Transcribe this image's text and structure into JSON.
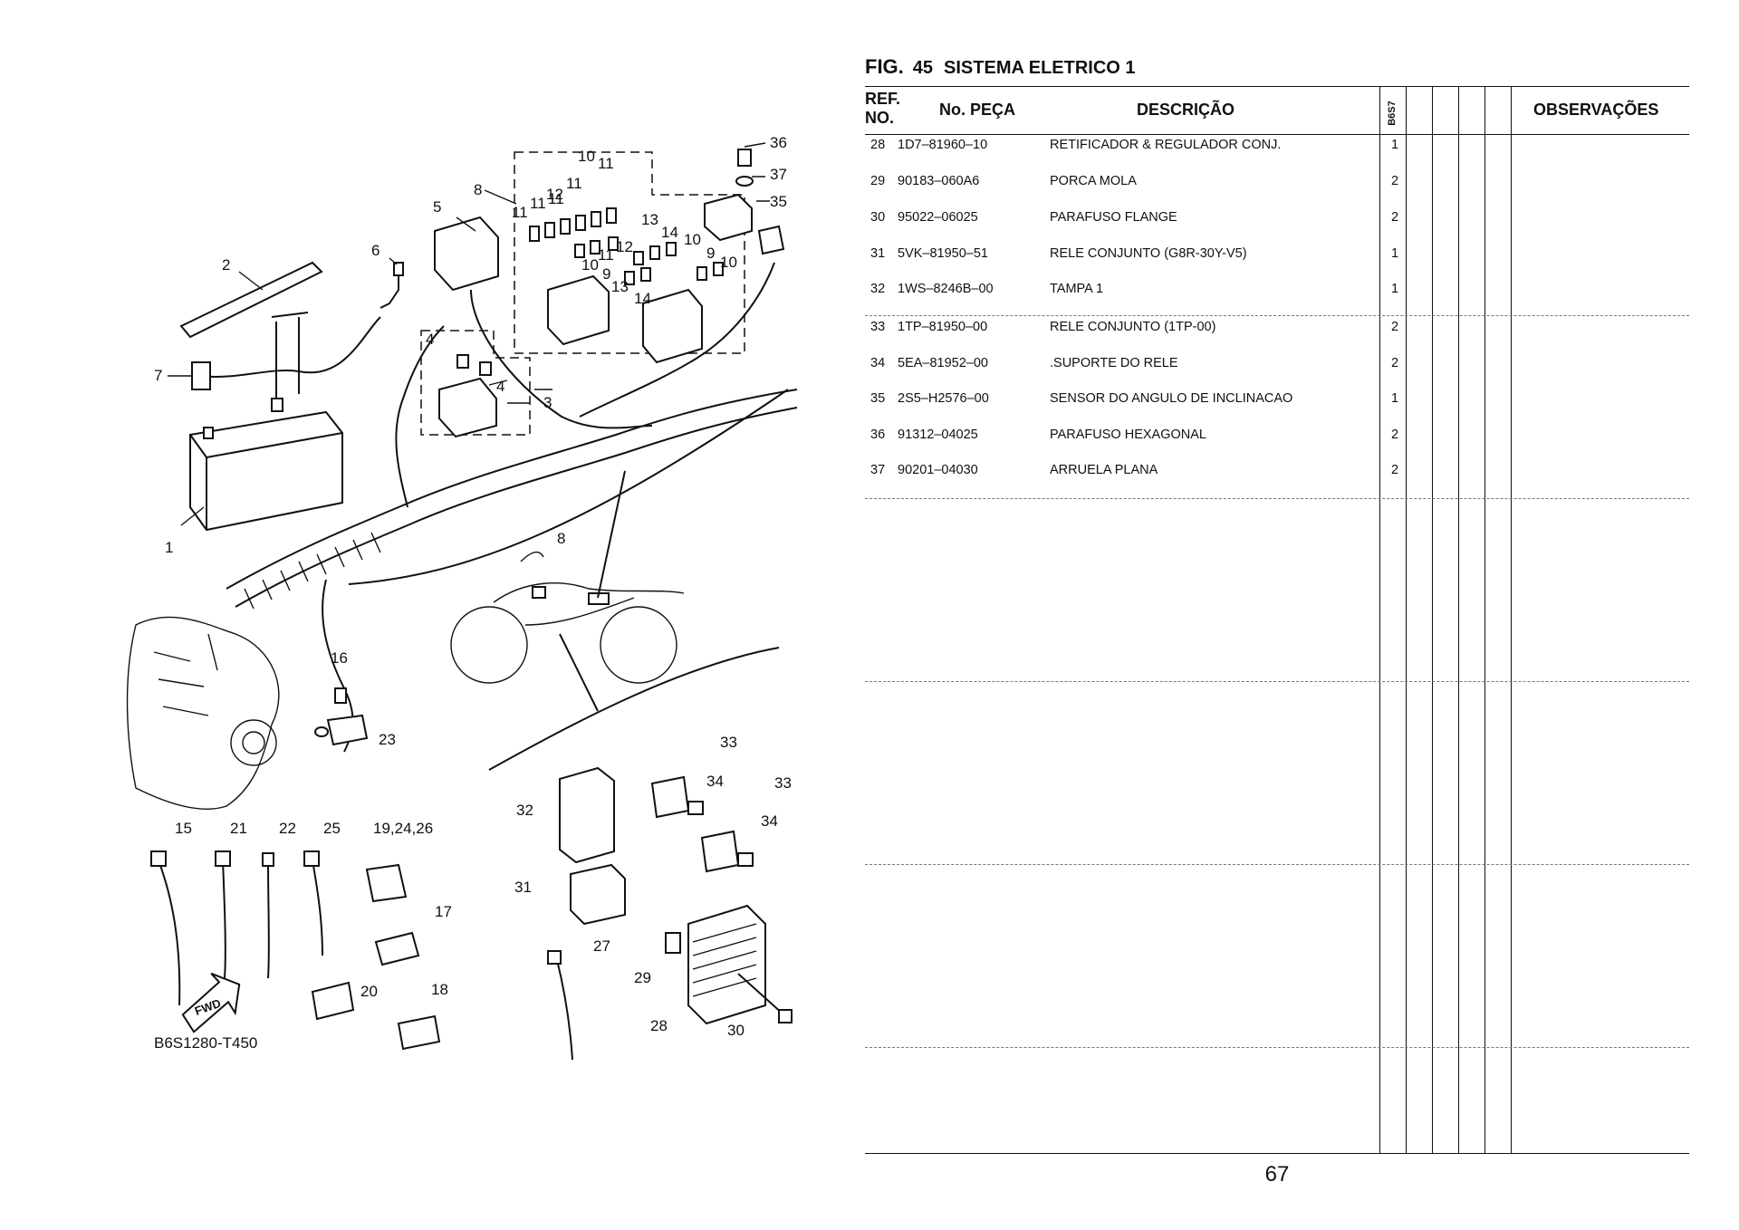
{
  "figure": {
    "prefix": "FIG.",
    "number": "45",
    "title": "SISTEMA ELETRICO 1"
  },
  "table": {
    "headers": {
      "ref": "REF. NO.",
      "part_no": "No. PEÇA",
      "description": "DESCRIÇÃO",
      "model": "B6S7",
      "remarks": "OBSERVAÇÕES"
    },
    "groups": [
      [
        {
          "ref": "28",
          "part_no": "1D7–81960–10",
          "description": "RETIFICADOR & REGULADOR CONJ.",
          "qty": "1"
        },
        {
          "ref": "29",
          "part_no": "90183–060A6",
          "description": "PORCA MOLA",
          "qty": "2"
        },
        {
          "ref": "30",
          "part_no": "95022–06025",
          "description": "PARAFUSO FLANGE",
          "qty": "2"
        },
        {
          "ref": "31",
          "part_no": "5VK–81950–51",
          "description": "RELE CONJUNTO (G8R-30Y-V5)",
          "qty": "1"
        },
        {
          "ref": "32",
          "part_no": "1WS–8246B–00",
          "description": "TAMPA 1",
          "qty": "1"
        }
      ],
      [
        {
          "ref": "33",
          "part_no": "1TP–81950–00",
          "description": "RELE CONJUNTO (1TP-00)",
          "qty": "2"
        },
        {
          "ref": "34",
          "part_no": "5EA–81952–00",
          "description": ".SUPORTE DO RELE",
          "qty": "2"
        },
        {
          "ref": "35",
          "part_no": "2S5–H2576–00",
          "description": "SENSOR DO ANGULO DE INCLINACAO",
          "qty": "1"
        },
        {
          "ref": "36",
          "part_no": "91312–04025",
          "description": "PARAFUSO HEXAGONAL",
          "qty": "2"
        },
        {
          "ref": "37",
          "part_no": "90201–04030",
          "description": "ARRUELA PLANA",
          "qty": "2"
        }
      ]
    ]
  },
  "diagram": {
    "code": "B6S1280-T450",
    "fwd": "FWD",
    "callouts": [
      "1",
      "2",
      "3",
      "4",
      "4",
      "5",
      "6",
      "7",
      "8",
      "8",
      "9",
      "9",
      "10",
      "10",
      "10",
      "10",
      "11",
      "11",
      "11",
      "11",
      "11",
      "11",
      "12",
      "12",
      "13",
      "13",
      "14",
      "14",
      "15",
      "16",
      "17",
      "18",
      "19,24,26",
      "20",
      "21",
      "22",
      "23",
      "25",
      "27",
      "28",
      "29",
      "30",
      "31",
      "32",
      "33",
      "33",
      "34",
      "34",
      "35",
      "36",
      "37"
    ]
  },
  "page_number": "67"
}
